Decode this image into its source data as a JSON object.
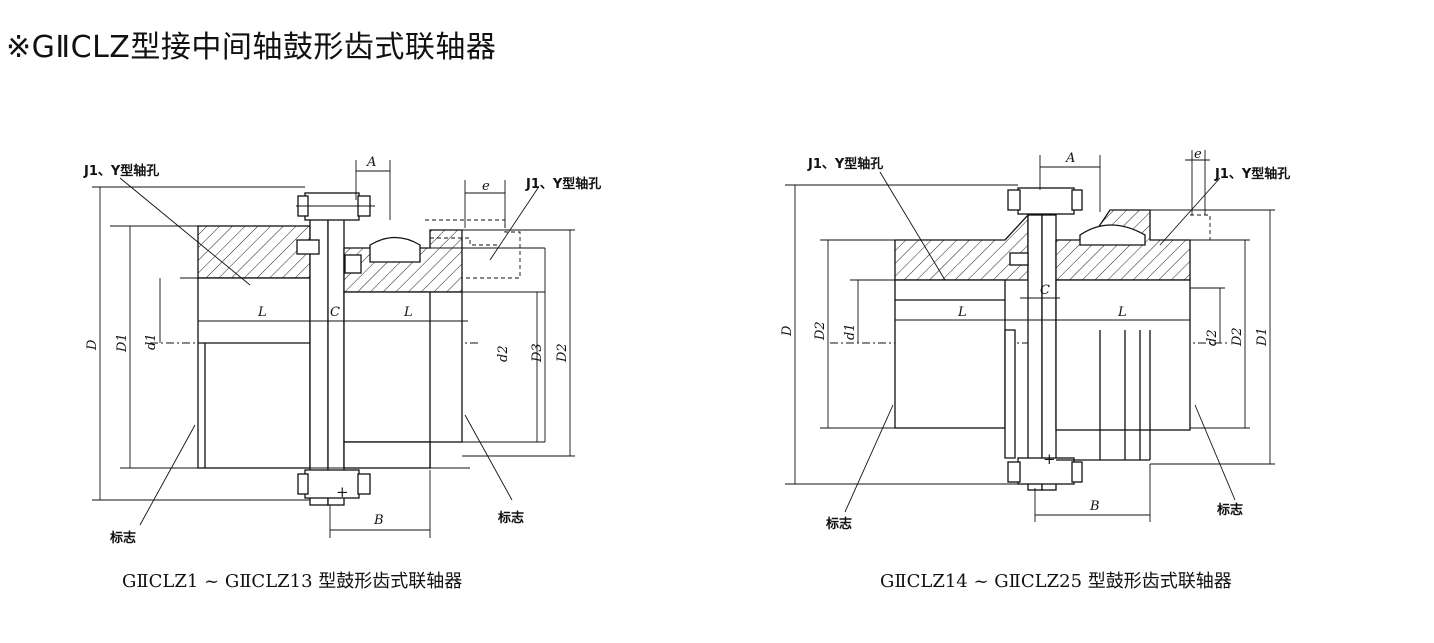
{
  "title": "※GⅡCLZ型接中间轴鼓形齿式联轴器",
  "captions": {
    "left": "GⅡCLZ1 ~ GⅡCLZ13 型鼓形齿式联轴器",
    "right": "GⅡCLZ14 ~ GⅡCLZ25 型鼓形齿式联轴器"
  },
  "left_drawing": {
    "shaft_hole_label_left": "J1、Y型轴孔",
    "shaft_hole_label_right": "J1、Y型轴孔",
    "mark_label_left": "标志",
    "mark_label_right": "标志",
    "dim": {
      "A": "A",
      "e": "e",
      "L_left": "L",
      "C": "C",
      "L_right": "L",
      "B": "B",
      "D": "D",
      "D1": "D1",
      "d1": "d1",
      "d2": "d2",
      "D3": "D3",
      "D2": "D2"
    }
  },
  "right_drawing": {
    "shaft_hole_label_left": "J1、Y型轴孔",
    "shaft_hole_label_right": "J1、Y型轴孔",
    "mark_label_left": "标志",
    "mark_label_right": "标志",
    "dim": {
      "A": "A",
      "e": "e",
      "L_left": "L",
      "C": "C",
      "L_right": "L",
      "B": "B",
      "D": "D",
      "D2": "D2",
      "d1": "d1",
      "d2": "d2",
      "D2r": "D2",
      "D1": "D1"
    }
  }
}
